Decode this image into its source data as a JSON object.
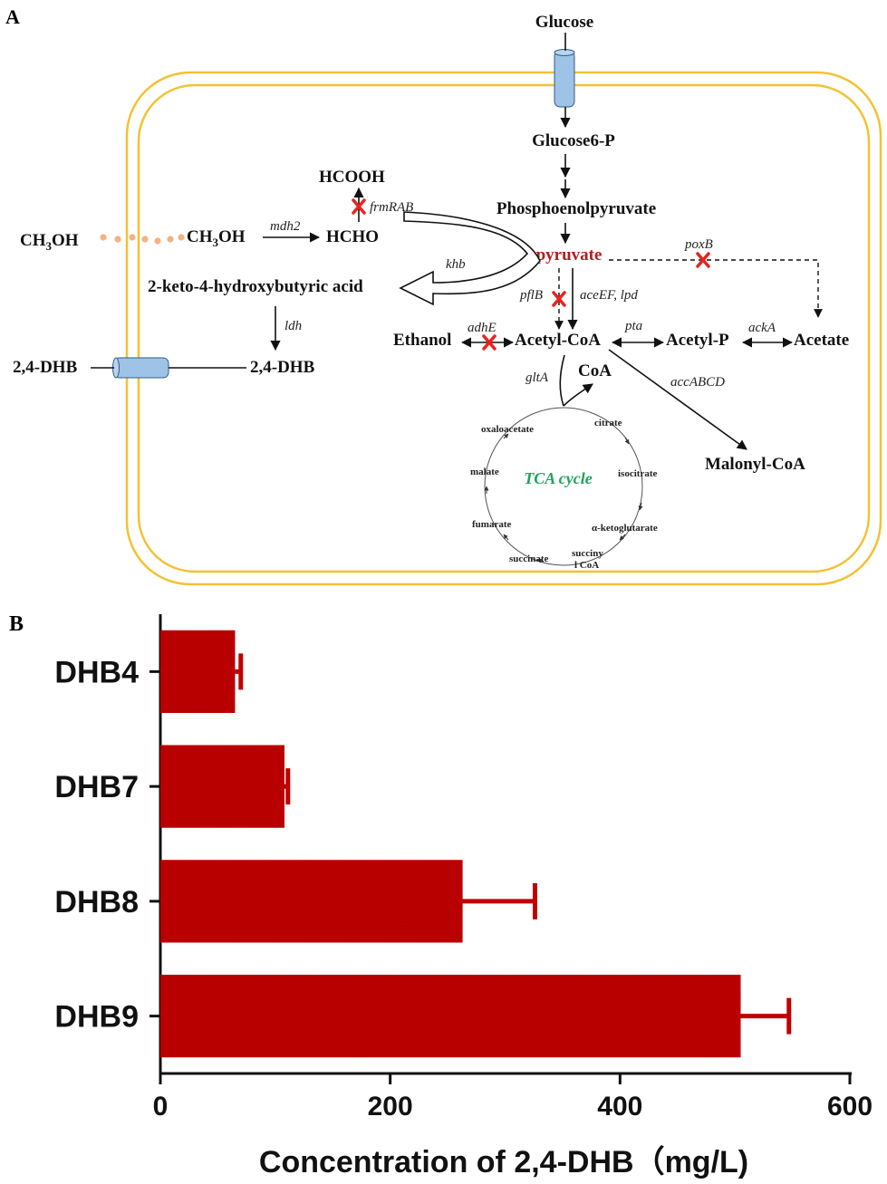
{
  "panel_labels": {
    "a": "A",
    "b": "B"
  },
  "pathway": {
    "glucose": "Glucose",
    "glucose6p": "Glucose6-P",
    "pep": "Phosphoenolpyruvate",
    "pyruvate": "pyruvate",
    "acetyl_coa": "Acetyl-CoA",
    "acetyl_p": "Acetyl-P",
    "acetate": "Acetate",
    "ethanol": "Ethanol",
    "malonyl_coa": "Malonyl-CoA",
    "coa": "CoA",
    "hcooh": "HCOOH",
    "hcho": "HCHO",
    "methanol_base": "CH",
    "methanol_sub": "3",
    "methanol_tail": "OH",
    "keto_acid": "2-keto-4-hydroxybutyric acid",
    "dhb_inside": "2,4-DHB",
    "dhb_outside": "2,4-DHB",
    "genes": {
      "frmrab": "frmRAB",
      "mdh2": "mdh2",
      "khb": "khb",
      "ldh": "ldh",
      "poxb": "poxB",
      "pflb": "pflB",
      "aceef_lpd": "aceEF, lpd",
      "adhe": "adhE",
      "pta": "pta",
      "acka": "ackA",
      "glta": "gltA",
      "accabcd": "accABCD"
    },
    "tca": {
      "title": "TCA cycle",
      "citrate": "citrate",
      "isocitrate": "isocitrate",
      "akg": "α-ketoglutarate",
      "succinyl_1": "succiny",
      "succinyl_2": "l CoA",
      "succinate": "succinate",
      "fumarate": "fumarate",
      "malate": "malate",
      "oxaloacetate": "oxaloacetate"
    },
    "colors": {
      "membrane": "#f2c234",
      "transporter": "#9ec3e6",
      "knockout": "#e8231e",
      "pyruvate": "#b01e1e",
      "tca_title": "#1fa35a",
      "methanol_dots": "#f4b183"
    }
  },
  "chart_data": {
    "type": "bar",
    "orientation": "horizontal",
    "categories": [
      "DHB4",
      "DHB7",
      "DHB8",
      "DHB9"
    ],
    "values": [
      65,
      108,
      263,
      505
    ],
    "errors": [
      5,
      3,
      63,
      42
    ],
    "xlabel": "Concentration of 2,4-DHB（mg/L)",
    "ylabel": "",
    "xlim": [
      0,
      600
    ],
    "xticks": [
      "0",
      "200",
      "400",
      "600"
    ],
    "bar_color": "#c00000",
    "grid": false
  }
}
